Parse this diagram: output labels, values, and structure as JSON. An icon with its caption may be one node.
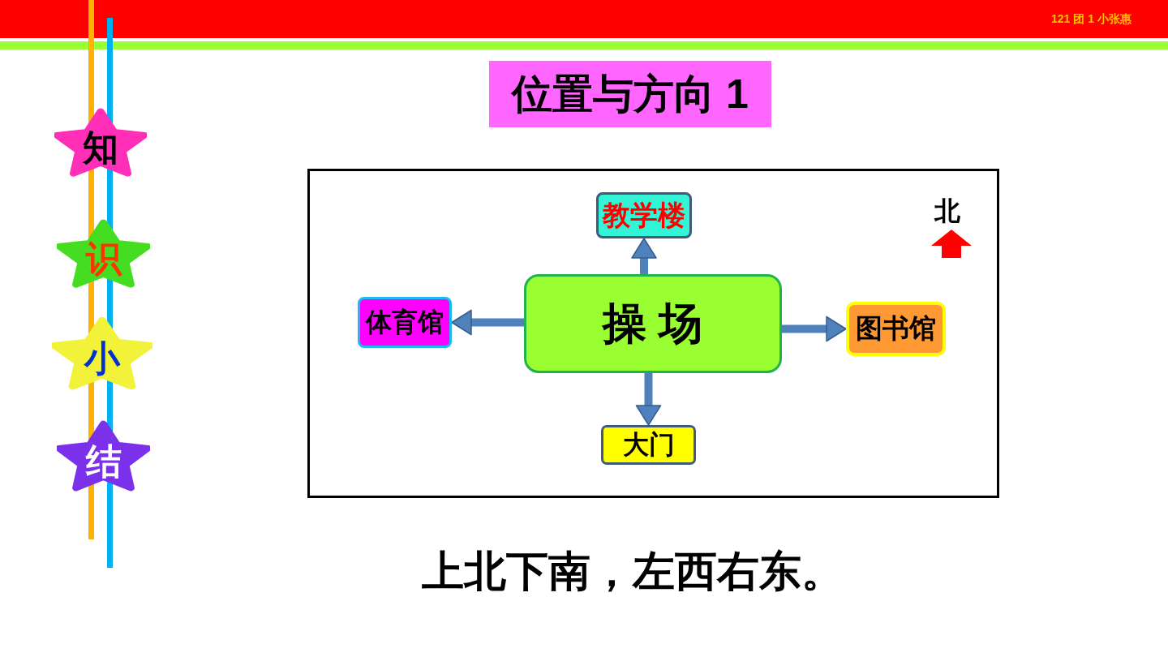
{
  "diagram": {
    "title": "位置与方向 1",
    "caption": "上北下南，左西右东。",
    "nodes": [
      {
        "text": [
          "知"
        ]
      },
      {
        "text": [
          "识"
        ]
      },
      {
        "text": [
          "小"
        ]
      },
      {
        "text": [
          "结"
        ]
      },
      {
        "text": [],
        "shape": "box"
      },
      {
        "text": [
          "教学楼"
        ],
        "in": 4
      },
      {
        "text": [
          "体育馆"
        ],
        "in": 4
      },
      {
        "text": [
          "操 场"
        ],
        "in": 4
      },
      {
        "text": [
          "图书馆"
        ],
        "in": 4
      },
      {
        "text": [
          "大门"
        ],
        "in": 4
      }
    ],
    "edges": [
      {
        "from": 7,
        "to": 5,
        "arrow": "to"
      },
      {
        "from": 7,
        "to": 6,
        "arrow": "to"
      },
      {
        "from": 7,
        "to": 8,
        "arrow": "to"
      },
      {
        "from": 7,
        "to": 9,
        "arrow": "to"
      }
    ],
    "labels": [
      "121 团 1 小张惠",
      "北"
    ]
  }
}
